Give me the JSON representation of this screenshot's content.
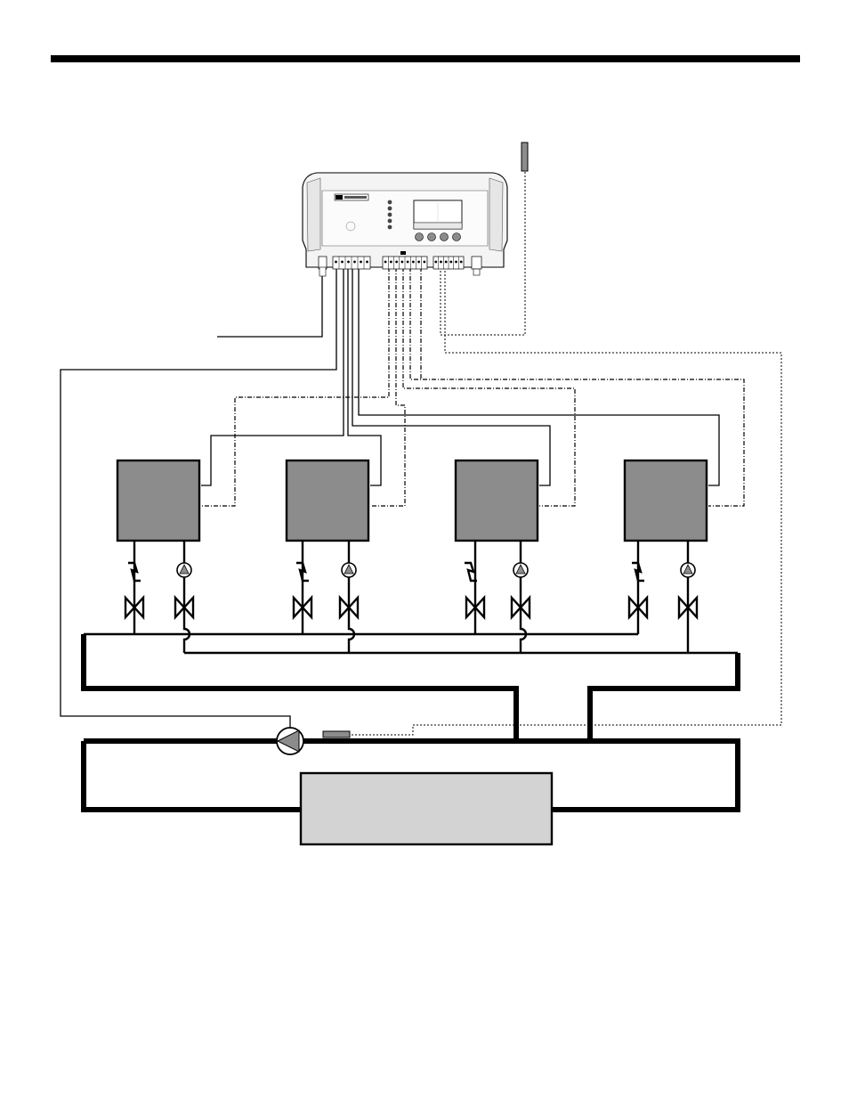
{
  "header": {
    "rule_color": "#000000"
  },
  "controller": {
    "brand": "",
    "screen_left_label": "",
    "screen_right_label": "",
    "screen_bottom_labels": [],
    "button_count": 4,
    "indicator_led_count": 5
  },
  "boilers": {
    "count": 4,
    "fill_color": "#8c8c8c"
  },
  "storage_tank": {
    "fill_color": "#d3d3d3"
  },
  "sensors": {
    "outdoor_sensor_color": "#8c8c8c",
    "supply_sensor_color": "#8c8c8c"
  },
  "icons": [
    "check-valve-icon",
    "circulator-pump-icon",
    "isolation-valve-icon",
    "system-pump-icon",
    "temperature-sensor-icon"
  ]
}
